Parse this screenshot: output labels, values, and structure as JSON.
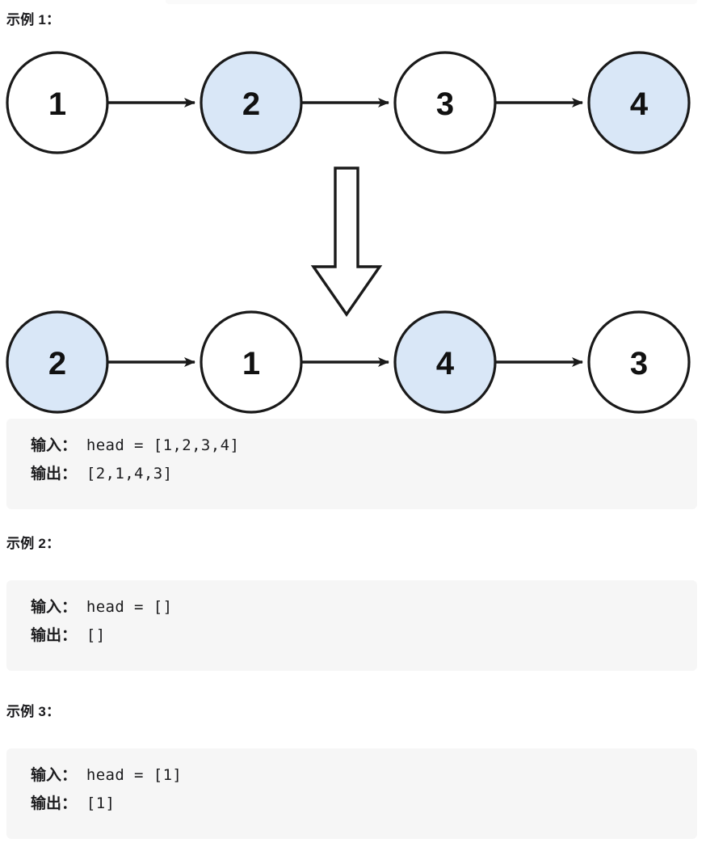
{
  "examples": [
    {
      "heading": "示例 1：",
      "input_label": "输入：",
      "input_value": " head = [1,2,3,4]",
      "output_label": "输出：",
      "output_value": " [2,1,4,3]"
    },
    {
      "heading": "示例 2：",
      "input_label": "输入：",
      "input_value": " head = []",
      "output_label": "输出：",
      "output_value": " []"
    },
    {
      "heading": "示例 3：",
      "input_label": "输入：",
      "input_value": " head = [1]",
      "output_label": "输出：",
      "output_value": " [1]"
    }
  ],
  "diagram": {
    "before_row": [
      {
        "value": "1",
        "highlighted": false
      },
      {
        "value": "2",
        "highlighted": true
      },
      {
        "value": "3",
        "highlighted": false
      },
      {
        "value": "4",
        "highlighted": true
      }
    ],
    "after_row": [
      {
        "value": "2",
        "highlighted": true
      },
      {
        "value": "1",
        "highlighted": false
      },
      {
        "value": "4",
        "highlighted": true
      },
      {
        "value": "3",
        "highlighted": false
      }
    ],
    "transform_arrow": "down-block-arrow",
    "node_labels_before": {
      "n0": "1",
      "n1": "2",
      "n2": "3",
      "n3": "4"
    },
    "node_labels_after": {
      "n0": "2",
      "n1": "1",
      "n2": "4",
      "n3": "3"
    }
  },
  "colors": {
    "node_highlight_fill": "#d9e7f7",
    "node_plain_fill": "#ffffff",
    "node_stroke": "#1a1a1a",
    "code_block_bg": "#f6f6f6",
    "text": "#1a1a1a"
  }
}
